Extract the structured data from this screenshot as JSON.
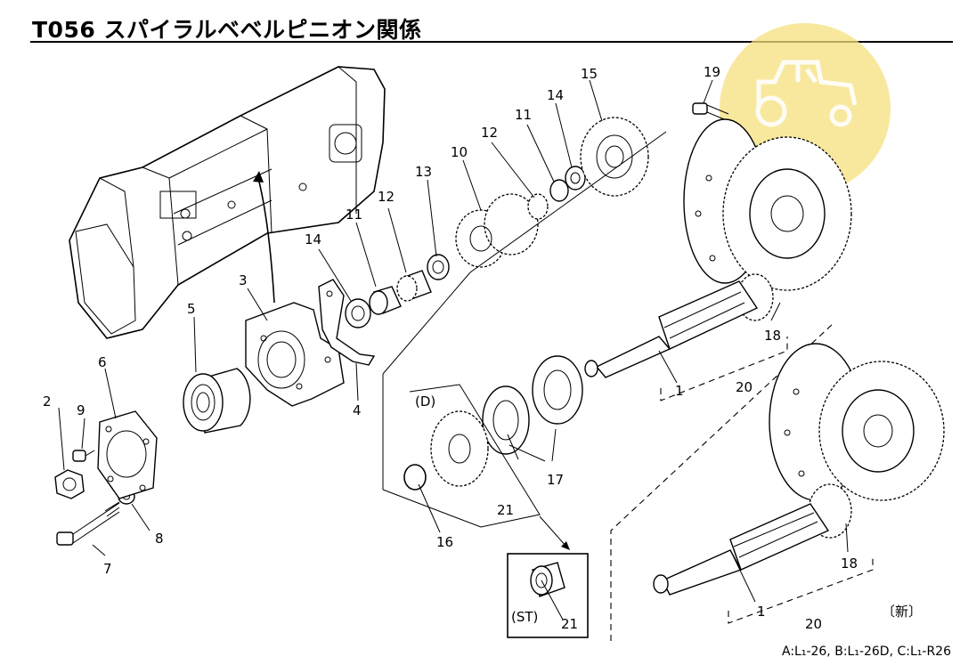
{
  "header": {
    "title": "T056  スパイラルベベルピニオン関係"
  },
  "footer": {
    "models": "A:L₁-26,  B:L₁-26D,  C:L₁-R26"
  },
  "labels": {
    "p1a": "1",
    "p1b": "1",
    "p2": "2",
    "p3": "3",
    "p4": "4",
    "p5": "5",
    "p6": "6",
    "p7": "7",
    "p8": "8",
    "p9": "9",
    "p10": "10",
    "p11a": "11",
    "p11b": "11",
    "p12a": "12",
    "p12b": "12",
    "p13": "13",
    "p14a": "14",
    "p14b": "14",
    "p15": "15",
    "p16": "16",
    "p17": "17",
    "p18a": "18",
    "p18b": "18",
    "p19": "19",
    "p20a": "20",
    "p20b": "20",
    "p21a": "21",
    "p21b": "21",
    "groupD": "(D)",
    "groupST": "(ST)",
    "newTag": "〔新〕"
  },
  "watermark": {
    "icon": "tractor-icon",
    "color": "#f3dc73"
  }
}
